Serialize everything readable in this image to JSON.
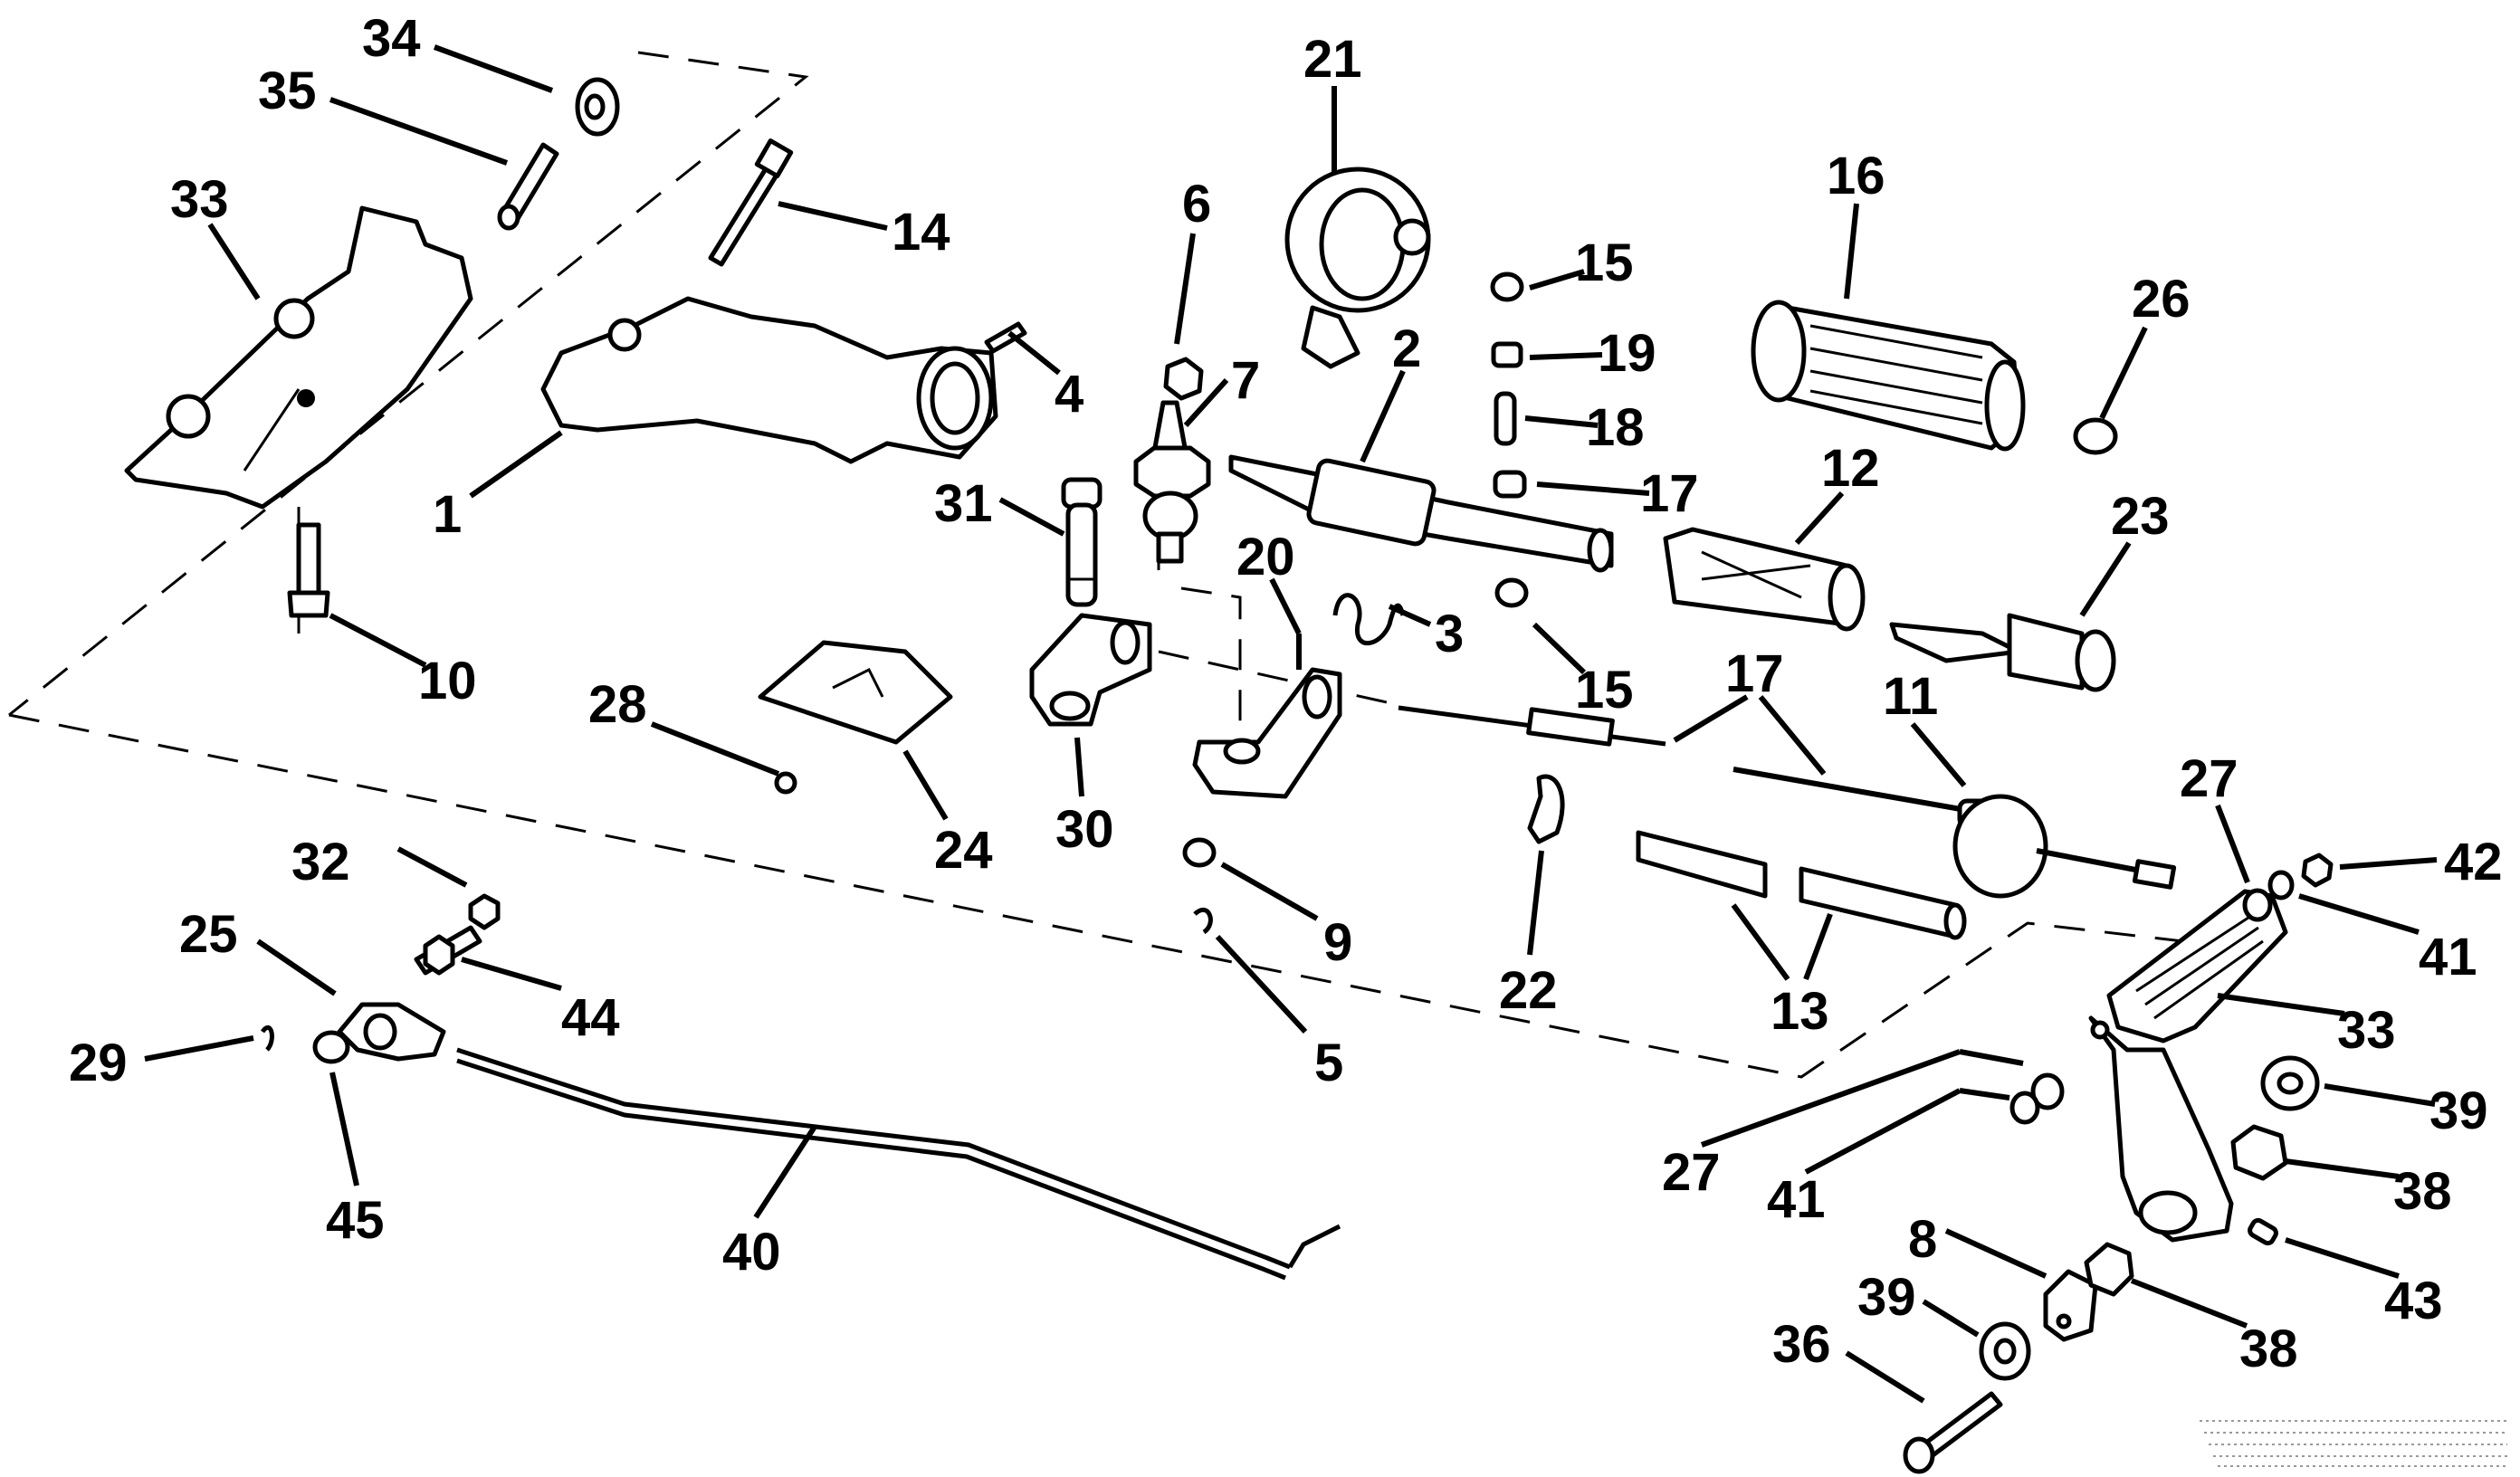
{
  "diagram": {
    "type": "exploded-parts-diagram",
    "subject": "tiller handle / throttle control assembly",
    "callouts": [
      {
        "id": "34",
        "text": "34"
      },
      {
        "id": "35",
        "text": "35"
      },
      {
        "id": "33a",
        "text": "33"
      },
      {
        "id": "14",
        "text": "14"
      },
      {
        "id": "1",
        "text": "1"
      },
      {
        "id": "10",
        "text": "10"
      },
      {
        "id": "6",
        "text": "6"
      },
      {
        "id": "4",
        "text": "4"
      },
      {
        "id": "7",
        "text": "7"
      },
      {
        "id": "31",
        "text": "31"
      },
      {
        "id": "20",
        "text": "20"
      },
      {
        "id": "21",
        "text": "21"
      },
      {
        "id": "2",
        "text": "2"
      },
      {
        "id": "3",
        "text": "3"
      },
      {
        "id": "15a",
        "text": "15"
      },
      {
        "id": "19",
        "text": "19"
      },
      {
        "id": "18",
        "text": "18"
      },
      {
        "id": "17a",
        "text": "17"
      },
      {
        "id": "15b",
        "text": "15"
      },
      {
        "id": "16",
        "text": "16"
      },
      {
        "id": "26",
        "text": "26"
      },
      {
        "id": "12",
        "text": "12"
      },
      {
        "id": "23",
        "text": "23"
      },
      {
        "id": "17b",
        "text": "17"
      },
      {
        "id": "11",
        "text": "11"
      },
      {
        "id": "28",
        "text": "28"
      },
      {
        "id": "24",
        "text": "24"
      },
      {
        "id": "30",
        "text": "30"
      },
      {
        "id": "9",
        "text": "9"
      },
      {
        "id": "5",
        "text": "5"
      },
      {
        "id": "22",
        "text": "22"
      },
      {
        "id": "13",
        "text": "13"
      },
      {
        "id": "27a",
        "text": "27"
      },
      {
        "id": "42",
        "text": "42"
      },
      {
        "id": "41a",
        "text": "41"
      },
      {
        "id": "33b",
        "text": "33"
      },
      {
        "id": "39a",
        "text": "39"
      },
      {
        "id": "38a",
        "text": "38"
      },
      {
        "id": "27b",
        "text": "27"
      },
      {
        "id": "41b",
        "text": "41"
      },
      {
        "id": "43",
        "text": "43"
      },
      {
        "id": "8",
        "text": "8"
      },
      {
        "id": "39b",
        "text": "39"
      },
      {
        "id": "38b",
        "text": "38"
      },
      {
        "id": "36",
        "text": "36"
      },
      {
        "id": "32",
        "text": "32"
      },
      {
        "id": "25",
        "text": "25"
      },
      {
        "id": "44",
        "text": "44"
      },
      {
        "id": "29",
        "text": "29"
      },
      {
        "id": "45",
        "text": "45"
      },
      {
        "id": "40",
        "text": "40"
      }
    ]
  }
}
